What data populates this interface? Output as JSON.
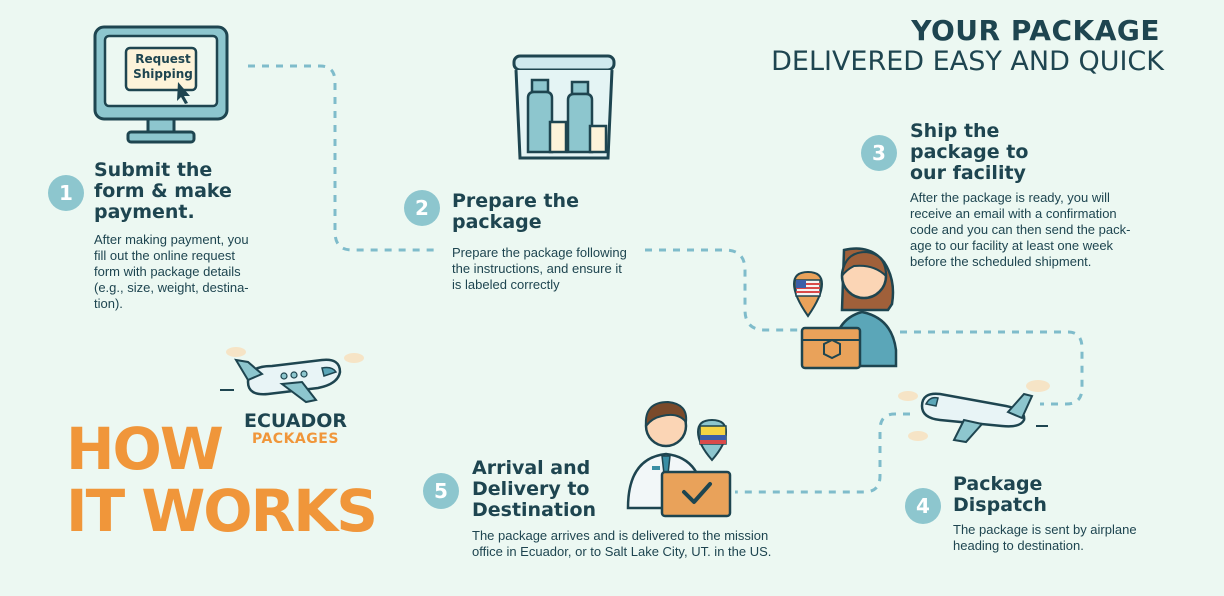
{
  "header": {
    "line1": "YOUR PACKAGE",
    "line2": "DELIVERED EASY AND QUICK"
  },
  "intro": {
    "title": "HOW\nIT WORKS"
  },
  "brand": {
    "name": "ECUADOR",
    "sub": "PACKAGES"
  },
  "steps": [
    {
      "number": "1",
      "title": "Submit the\nform & make\npayment.",
      "description": "After making  payment, you\nfill out the online request\nform with package details\n(e.g., size, weight, destina-\ntion)."
    },
    {
      "number": "2",
      "title": "Prepare the\npackage",
      "description": "Prepare the package following\nthe instructions, and ensure it\nis labeled correctly"
    },
    {
      "number": "3",
      "title": "Ship the\npackage to\nour facility",
      "description": "After the package is ready, you will\nreceive an email with a confirmation\ncode and you can then send the pack-\nage to our facility at least one week\nbefore the scheduled shipment."
    },
    {
      "number": "4",
      "title": "Package\nDispatch",
      "description": "The package is sent by airplane\nheading to destination."
    },
    {
      "number": "5",
      "title": "Arrival and\nDelivery to\nDestination",
      "description": "The package arrives and is delivered to the mission\noffice in Ecuador, or to Salt Lake City, UT. in the US."
    }
  ],
  "illustrations": {
    "monitor_text": "Request\nShipping"
  },
  "colors": {
    "background": "#ecf8f2",
    "dark_teal": "#1e4550",
    "orange": "#f0963a",
    "light_teal": "#8dc6ce",
    "box": "#e9a25a"
  }
}
